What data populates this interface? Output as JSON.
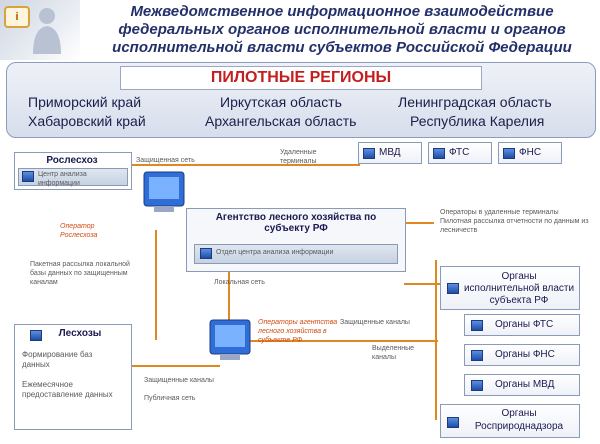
{
  "header": {
    "logo_icon": "info-logo-icon",
    "title_lines": [
      "Межведомственное информационное взаимодействие",
      "федеральных органов исполнительной власти и органов",
      "исполнительной власти субъектов Российской Федерации"
    ]
  },
  "pilot": {
    "title": "ПИЛОТНЫЕ РЕГИОНЫ",
    "regions": [
      "Приморский край",
      "Хабаровский край",
      "Иркутская область",
      "Архангельская область",
      "Ленинградская область",
      "Республика Карелия"
    ]
  },
  "diagram": {
    "rosleshoz": {
      "title": "Рослесхоз",
      "sub": "Центр анализа информации"
    },
    "agency": {
      "title": "Агентство лесного хозяйства по субъекту РФ",
      "sub": "Отдел центра анализа информации"
    },
    "leskhozy": {
      "title": "Лесхозы",
      "lines": [
        "Формирование баз данных",
        "Ежемесячное предоставление данных"
      ]
    },
    "fed_orgs": [
      "МВД",
      "ФТС",
      "ФНС"
    ],
    "right_orgs": [
      "Органы исполнительной власти субъекта РФ",
      "Органы ФТС",
      "Органы ФНС",
      "Органы МВД",
      "Органы Росприроднадзора"
    ],
    "labels": {
      "secure_net": "Защищенная сеть",
      "remote_terminals": "Удаленные терминалы",
      "operator_ros": "Оператор Рослесхоза",
      "db_transfer": "Пакетная рассылка локальной базы данных по защищенным каналам",
      "remote_requests": "Операторы в удаленные терминалы Пилотная рассылка отчетности по данным из лесничеств",
      "local_net": "Локальная сеть",
      "operator_agency": "Операторы агентства лесного хозяйства в субъекте РФ",
      "secure_channels": "Защищенные каналы",
      "dedicated_channels": "Выделенные каналы",
      "secure_channels_bottom": "Защищенные каналы",
      "public_net": "Публичная сеть"
    }
  },
  "colors": {
    "title": "#23306a",
    "pilot_title": "#c41f1f",
    "arrow": "#e08820"
  }
}
